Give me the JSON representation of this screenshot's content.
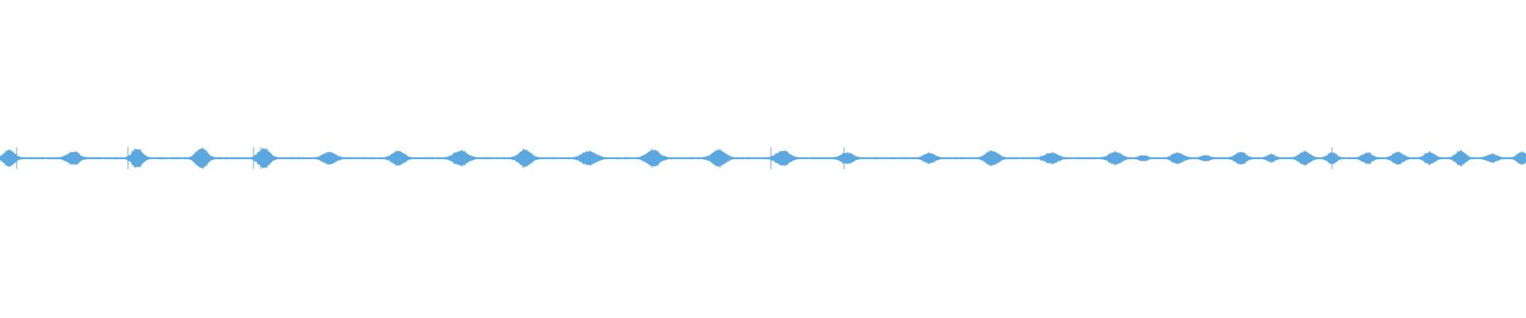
{
  "waveform": {
    "color": "#5ba7e0",
    "baseline_amplitude": 0.04,
    "bursts": [
      {
        "center": 0.006,
        "width": 0.012,
        "amplitude": 0.85
      },
      {
        "center": 0.048,
        "width": 0.014,
        "amplitude": 0.65
      },
      {
        "center": 0.09,
        "width": 0.012,
        "amplitude": 0.95
      },
      {
        "center": 0.132,
        "width": 0.013,
        "amplitude": 1.0
      },
      {
        "center": 0.173,
        "width": 0.013,
        "amplitude": 1.0
      },
      {
        "center": 0.216,
        "width": 0.014,
        "amplitude": 0.65
      },
      {
        "center": 0.261,
        "width": 0.014,
        "amplitude": 0.75
      },
      {
        "center": 0.302,
        "width": 0.016,
        "amplitude": 0.75
      },
      {
        "center": 0.344,
        "width": 0.014,
        "amplitude": 0.85
      },
      {
        "center": 0.386,
        "width": 0.016,
        "amplitude": 0.7
      },
      {
        "center": 0.428,
        "width": 0.015,
        "amplitude": 0.85
      },
      {
        "center": 0.471,
        "width": 0.015,
        "amplitude": 0.85
      },
      {
        "center": 0.513,
        "width": 0.015,
        "amplitude": 0.75
      },
      {
        "center": 0.555,
        "width": 0.014,
        "amplitude": 0.55
      },
      {
        "center": 0.609,
        "width": 0.012,
        "amplitude": 0.55
      },
      {
        "center": 0.65,
        "width": 0.014,
        "amplitude": 0.75
      },
      {
        "center": 0.689,
        "width": 0.015,
        "amplitude": 0.55
      },
      {
        "center": 0.731,
        "width": 0.014,
        "amplitude": 0.65
      },
      {
        "center": 0.749,
        "width": 0.01,
        "amplitude": 0.3
      },
      {
        "center": 0.772,
        "width": 0.013,
        "amplitude": 0.55
      },
      {
        "center": 0.79,
        "width": 0.01,
        "amplitude": 0.3
      },
      {
        "center": 0.813,
        "width": 0.012,
        "amplitude": 0.65
      },
      {
        "center": 0.833,
        "width": 0.009,
        "amplitude": 0.4
      },
      {
        "center": 0.855,
        "width": 0.012,
        "amplitude": 0.7
      },
      {
        "center": 0.873,
        "width": 0.01,
        "amplitude": 0.6
      },
      {
        "center": 0.896,
        "width": 0.011,
        "amplitude": 0.55
      },
      {
        "center": 0.916,
        "width": 0.012,
        "amplitude": 0.65
      },
      {
        "center": 0.937,
        "width": 0.012,
        "amplitude": 0.6
      },
      {
        "center": 0.957,
        "width": 0.011,
        "amplitude": 0.75
      },
      {
        "center": 0.978,
        "width": 0.012,
        "amplitude": 0.4
      },
      {
        "center": 0.997,
        "width": 0.01,
        "amplitude": 0.65
      }
    ],
    "spikes": [
      0.011,
      0.084,
      0.166,
      0.171,
      0.505,
      0.553,
      0.873
    ]
  }
}
